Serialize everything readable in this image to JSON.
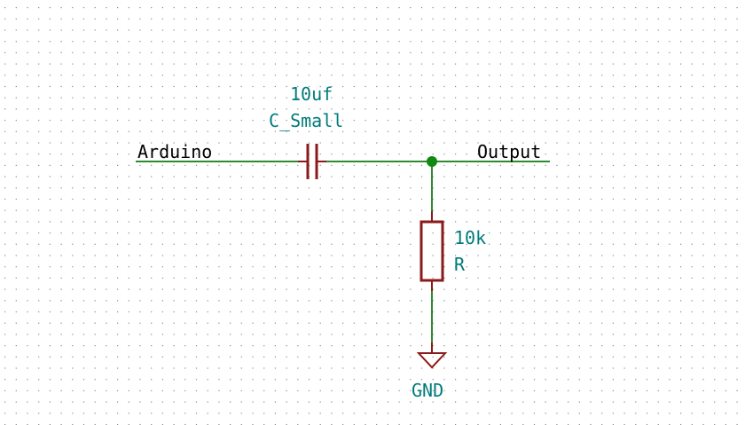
{
  "schematic": {
    "net_labels": {
      "input": "Arduino",
      "output": "Output"
    },
    "capacitor": {
      "value": "10uf",
      "reference": "C_Small"
    },
    "resistor": {
      "value": "10k",
      "reference": "R"
    },
    "ground": {
      "label": "GND"
    }
  },
  "colors": {
    "background": "#ffffff",
    "grid_dot": "#8a8a8a",
    "wire": "#2e8b2e",
    "junction": "#118811",
    "component": "#8b1a1a",
    "label_text": "#000000",
    "value_text": "#007b7b",
    "ground_text": "#007b7b",
    "ground_symbol": "#8b1a1a"
  }
}
